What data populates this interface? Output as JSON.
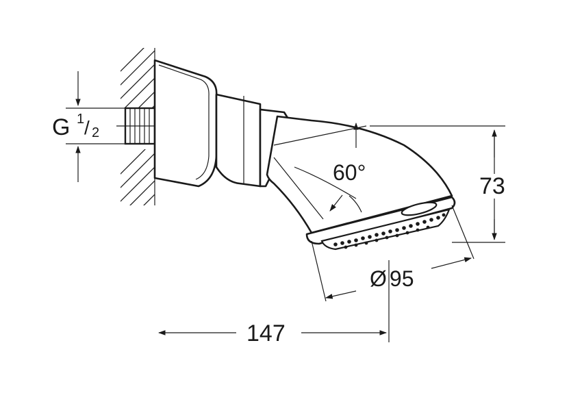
{
  "labels": {
    "thread_prefix": "G",
    "thread_numerator": "1",
    "thread_slash": "/",
    "thread_denominator": "2",
    "angle": "60°",
    "height": "73",
    "diameter_symbol": "Ø",
    "diameter_value": "95",
    "length": "147"
  }
}
